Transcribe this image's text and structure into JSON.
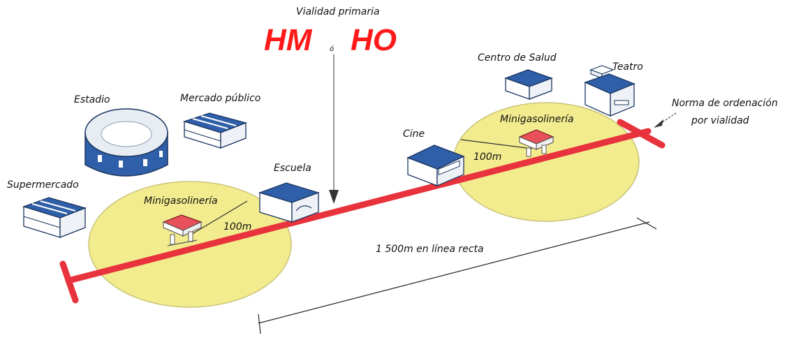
{
  "title": {
    "caption": "Vialidad primaria",
    "left_code": "HM",
    "connector": "ó",
    "right_code": "HO"
  },
  "labels": {
    "estadio": "Estadio",
    "mercado": "Mercado público",
    "supermercado": "Supermercado",
    "escuela": "Escuela",
    "minigas_left": "Minigasolinería",
    "radius_left": "100m",
    "cine": "Cine",
    "centro_salud": "Centro de Salud",
    "teatro": "Teatro",
    "minigas_right": "Minigasolinería",
    "radius_right": "100m",
    "norma_line1": "Norma de ordenación",
    "norma_line2": "por vialidad",
    "distance": "1 500m en línea recta"
  },
  "colors": {
    "road": "#e8323c",
    "zone": "#f2ec8e",
    "title_red": "#ff1a1a",
    "roof_blue": "#2f5fa8",
    "gas_roof": "#e8505a"
  }
}
